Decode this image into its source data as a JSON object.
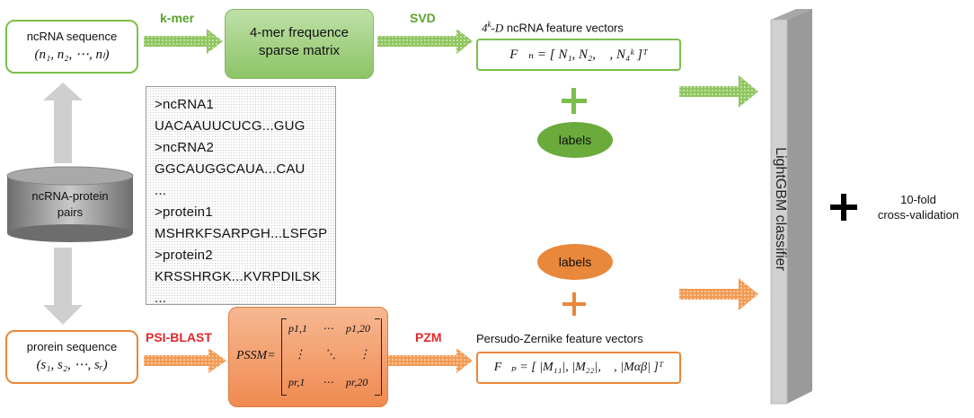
{
  "ncrna_box": {
    "title": "ncRNA sequence",
    "formula": "(n₁, n₂, ⋯, nₗ)"
  },
  "protein_box": {
    "title": "prorein sequence",
    "formula": "(s₁, s₂, ⋯, sᵣ)"
  },
  "kmer_label": "k-mer",
  "matrix_box": {
    "line1": "4-mer frequence",
    "line2": "sparse matrix"
  },
  "svd_label": "SVD",
  "ncrna_feature": {
    "title_prefix": "4",
    "title_sup": "k",
    "title_suffix": "-D",
    "title_rest": " ncRNA feature vectors",
    "formula": "F⃗ₙ = [ N₁, N₂, ⋯, N₄ᵏ ]ᵀ"
  },
  "labels_top": "labels",
  "labels_bottom": "labels",
  "sequence_list": [
    ">ncRNA1",
    "UACAAUUCUCG...GUG",
    ">ncRNA2",
    "GGCAUGGCAUA...CAU",
    "...",
    ">protein1",
    "MSHRKFSARPGH...LSFGP",
    ">protein2",
    "KRSSHRGK...KVRPDILSK",
    "..."
  ],
  "pairs_label": {
    "line1": "ncRNA-protein",
    "line2": "pairs"
  },
  "psiblast_label": "PSI-BLAST",
  "pssm": {
    "lhs": "PSSM=",
    "r1c1": "p1,1",
    "r1c3": "p1,20",
    "r2c1": "⋮",
    "r2c2": "⋱",
    "r2c3": "⋮",
    "r3c1": "pr,1",
    "r3c3": "pr,20",
    "dots": "⋯"
  },
  "pzm_label": "PZM",
  "protein_feature": {
    "title": "Persudo-Zernike feature vectors",
    "formula": "F⃗ₚ = [ |M₁₁|, |M₂₂|, ⋯, |Mαβ| ]ᵀ"
  },
  "classifier": "LightGBM classifier",
  "plus_sign": "+",
  "validation": {
    "line1": "10-fold",
    "line2": "cross-validation"
  },
  "colors": {
    "green": "#7bbf4a",
    "green_fill": "#9ccf78",
    "orange": "#e9873a",
    "orange_fill": "#f4a06a",
    "gray": "#c8c8c8"
  }
}
